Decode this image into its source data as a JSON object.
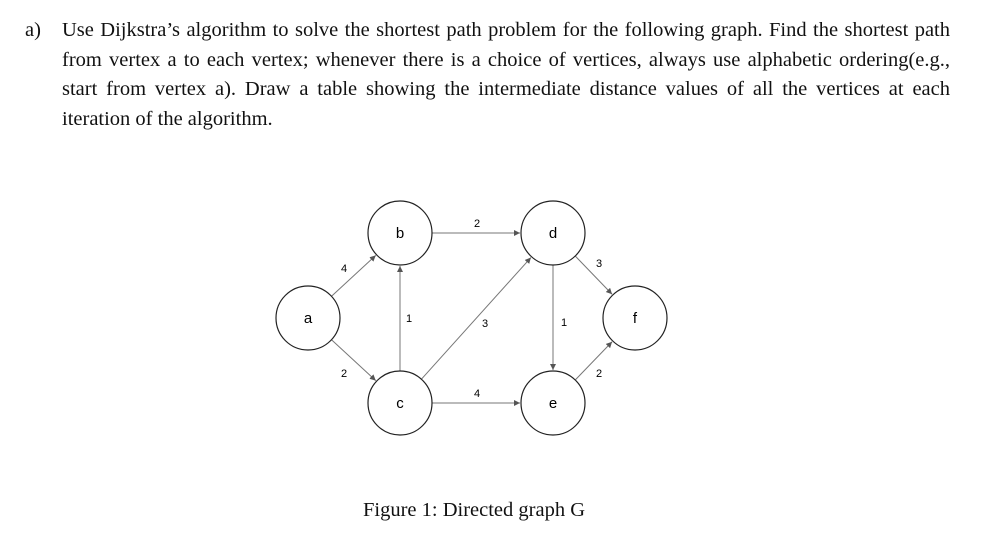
{
  "question": {
    "label": "a)",
    "text": "Use Dijkstra’s algorithm to solve the shortest path problem for the following graph. Find the shortest path from vertex a to each vertex; whenever there is a choice of vertices, always use alphabetic ordering(e.g., start from vertex a). Draw a table showing the intermediate distance values of all the vertices at each iteration of the algorithm."
  },
  "graph": {
    "nodes": [
      "a",
      "b",
      "c",
      "d",
      "e",
      "f"
    ],
    "edges": [
      {
        "from": "a",
        "to": "b",
        "weight": "4"
      },
      {
        "from": "a",
        "to": "c",
        "weight": "2"
      },
      {
        "from": "c",
        "to": "b",
        "weight": "1"
      },
      {
        "from": "b",
        "to": "d",
        "weight": "2"
      },
      {
        "from": "c",
        "to": "d",
        "weight": "3"
      },
      {
        "from": "c",
        "to": "e",
        "weight": "4"
      },
      {
        "from": "d",
        "to": "e",
        "weight": "1"
      },
      {
        "from": "d",
        "to": "f",
        "weight": "3"
      },
      {
        "from": "e",
        "to": "f",
        "weight": "2"
      }
    ]
  },
  "caption": "Figure 1: Directed graph G"
}
